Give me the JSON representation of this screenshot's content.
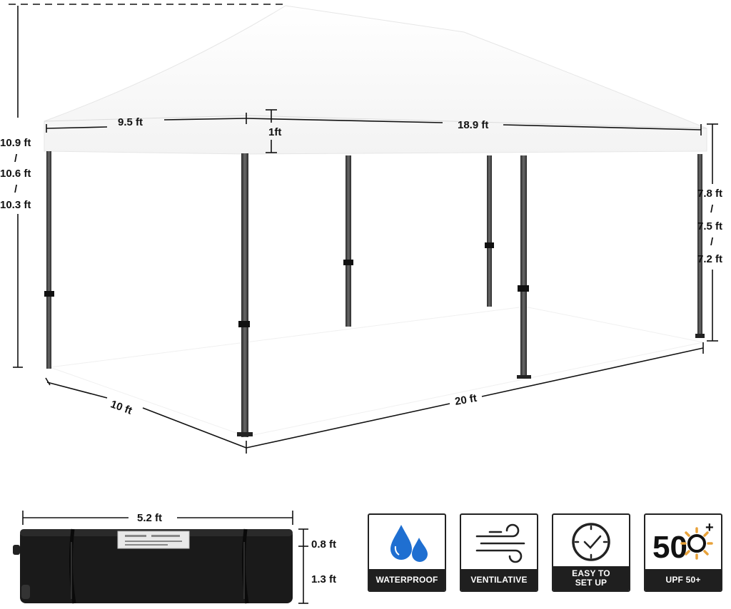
{
  "canopy": {
    "height_total": [
      "10.9 ft",
      "/",
      "10.6 ft",
      "/",
      "10.3 ft"
    ],
    "roof_width": "9.5 ft",
    "roof_length": "18.9 ft",
    "valance": "1ft",
    "leg_height": [
      "7.8 ft",
      "/",
      "7.5 ft",
      "/",
      "7.2 ft"
    ],
    "base_width": "10 ft",
    "base_length": "20 ft"
  },
  "bag": {
    "length": "5.2 ft",
    "height_top": "0.8 ft",
    "height_bottom": "1.3 ft"
  },
  "features": [
    {
      "label": "WATERPROOF",
      "icon": "water-drops-icon"
    },
    {
      "label": "VENTILATIVE",
      "icon": "wind-icon"
    },
    {
      "label_lines": [
        "EASY TO",
        "SET UP"
      ],
      "icon": "clock-icon"
    },
    {
      "label": "UPF 50+",
      "icon": "sun-icon",
      "badge_num": "50",
      "badge_sup": "+"
    }
  ],
  "colors": {
    "frame": "#3a3a3a",
    "canopy": "#ffffff",
    "bag": "#1a1a1a",
    "drop": "#1f6fd1",
    "sun": "#e8a23a"
  }
}
